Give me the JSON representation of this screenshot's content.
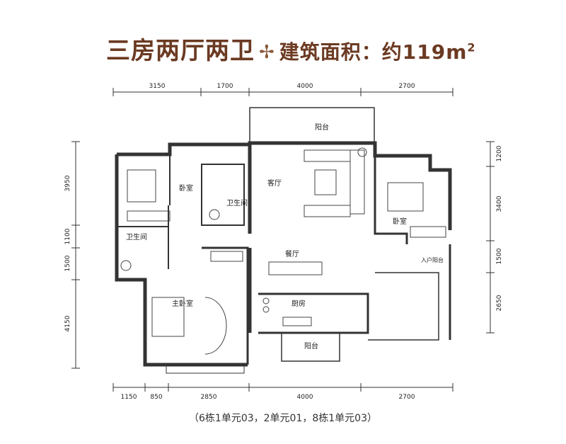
{
  "title": {
    "layout": "三房两厅两卫",
    "area_label": "建筑面积：约119m",
    "area_sup": "2",
    "divider_icon": "ornament-icon"
  },
  "dimensions": {
    "top": [
      "3150",
      "1700",
      "4000",
      "2700"
    ],
    "bottom": [
      "1150",
      "850",
      "2850",
      "4000",
      "2700"
    ],
    "left": [
      "3950",
      "1100",
      "1500",
      "4150"
    ],
    "right": [
      "1200",
      "3400",
      "1500",
      "2650"
    ]
  },
  "rooms": {
    "balcony_top": "阳台",
    "living_room": "客厅",
    "bedroom_left": "卧室",
    "bathroom_center": "卫生间",
    "bathroom_left": "卫生间",
    "bedroom_right": "卧室",
    "entry_balcony": "入户阳台",
    "dining_room": "餐厅",
    "master_bedroom": "主卧室",
    "kitchen": "厨房",
    "balcony_bottom": "阳台"
  },
  "caption": "（6栋1单元03，2单元01，8栋1单元03）",
  "colors": {
    "title": "#6b3a22",
    "wall": "#333333"
  }
}
